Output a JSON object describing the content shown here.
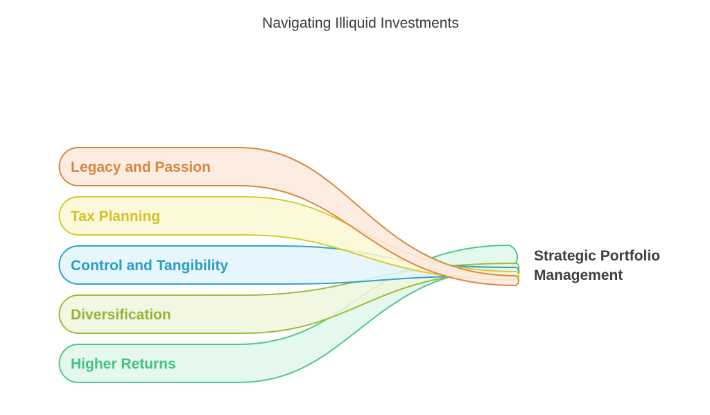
{
  "title": "Navigating Illiquid Investments",
  "items": [
    {
      "label": "Legacy and Passion",
      "fill": "#fde9dd",
      "stroke": "#d9873f",
      "text_color": "#d9873f"
    },
    {
      "label": "Tax Planning",
      "fill": "#fbf8d3",
      "stroke": "#d8c92e",
      "text_color": "#d2c22a"
    },
    {
      "label": "Control and Tangibility",
      "fill": "#e3f5fb",
      "stroke": "#2ea3cc",
      "text_color": "#2a9dc6"
    },
    {
      "label": "Diversification",
      "fill": "#f0f6dc",
      "stroke": "#9ebb3c",
      "text_color": "#96b338"
    },
    {
      "label": "Higher Returns",
      "fill": "#e1f7ea",
      "stroke": "#4ec98b",
      "text_color": "#45c184"
    }
  ],
  "result": {
    "line1": "Strategic Portfolio",
    "line2": "Management"
  }
}
